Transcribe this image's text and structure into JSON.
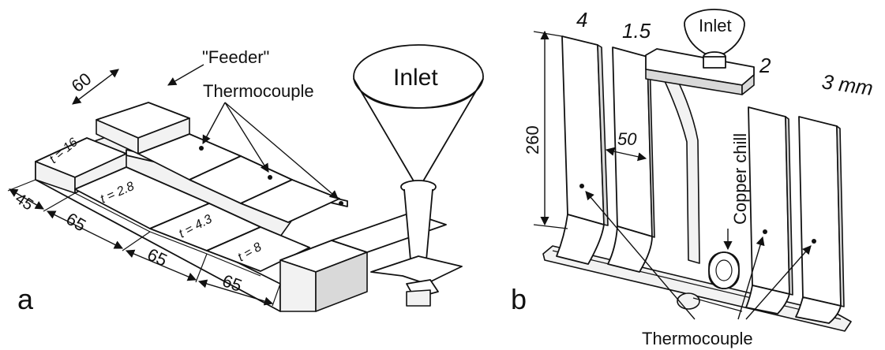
{
  "panel_a": {
    "letter": "a",
    "feeder_label": "\"Feeder\"",
    "thermocouple_label": "Thermocouple",
    "inlet_label": "Inlet",
    "dim_feeder": "60",
    "dim_45": "45",
    "dim_65_1": "65",
    "dim_65_2": "65",
    "dim_65_3": "65",
    "step_t16": "t = 16",
    "step_t28": "t = 2.8",
    "step_t43": "t = 4.3",
    "step_t8": "t = 8"
  },
  "panel_b": {
    "letter": "b",
    "inlet_label": "Inlet",
    "plate_4": "4",
    "plate_15": "1.5",
    "plate_2": "2",
    "plate_3": "3 mm",
    "dim_260": "260",
    "dim_50": "50",
    "chill_label": "Copper chill",
    "thermocouple_label": "Thermocouple"
  }
}
